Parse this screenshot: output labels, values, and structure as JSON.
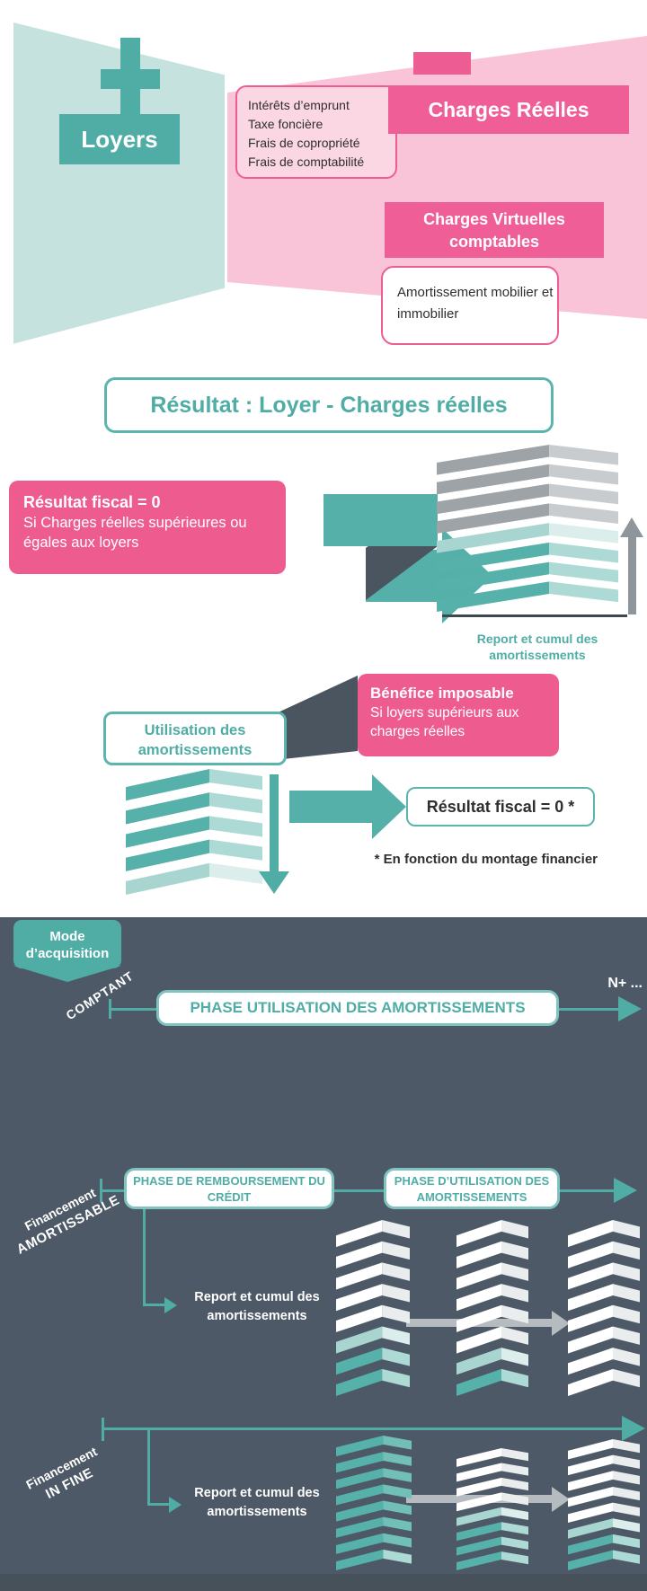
{
  "palette": {
    "teal": "#4FADA6",
    "teal_light": "#C6E2DF",
    "pink_dark": "#EE5C94",
    "pink_light": "#F9C4D8",
    "slate_dark": "#4D5966",
    "gray": "#9DA3A6"
  },
  "top": {
    "loyers_label": "Loyers",
    "charges_reelles_label": "Charges Réelles",
    "charges_list": [
      "Intérêts d’emprunt",
      "Taxe foncière",
      "Frais de copropriété",
      "Frais de comptabilité"
    ],
    "charges_virtuelles_label": "Charges Virtuelles comptables",
    "amortissement_note": "Amortissement mobilier et immobilier",
    "resultat_formula": "Résultat : Loyer - Charges réelles"
  },
  "middle": {
    "resultat_fiscal_zero_title": "Résultat fiscal = 0",
    "resultat_fiscal_zero_body": "Si Charges réelles supérieures ou égales aux loyers",
    "report_cumul_caption": "Report et cumul des amortissements",
    "benefice_title": "Bénéfice imposable",
    "benefice_body": "Si loyers supérieurs aux charges réelles",
    "utilisation_label": "Utilisation des amortissements",
    "resultat_fiscal_star": "Résultat fiscal = 0 *",
    "footnote": "* En fonction du montage financier"
  },
  "acquisition": {
    "badge_line1": "Mode",
    "badge_line2": "d’acquisition",
    "row1": {
      "label": "COMPTANT",
      "phase": "PHASE UTILISATION DES AMORTISSEMENTS",
      "end_label": "N+ ..."
    },
    "row2": {
      "label_line1": "Financement",
      "label_line2": "AMORTISSABLE",
      "phase1": "PHASE DE REMBOURSEMENT DU CRÉDIT",
      "phase2": "PHASE D’UTILISATION DES AMORTISSEMENTS",
      "report_label": "Report  et cumul des amortissements"
    },
    "row3": {
      "label_line1": "Financement",
      "label_line2": "IN FINE",
      "report_label": "Report  et cumul des amortissements"
    }
  }
}
